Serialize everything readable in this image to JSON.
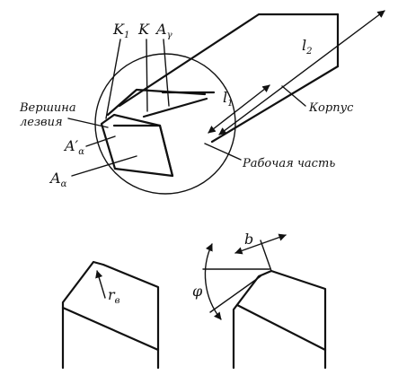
{
  "labels": {
    "k1": "K",
    "k1_sub": "1",
    "k": "K",
    "a_gamma": "A",
    "a_gamma_sub": "γ",
    "vertex_line1": "Вершина",
    "vertex_line2": "лезвия",
    "a_alpha_prime": "A′",
    "a_alpha_prime_sub": "α",
    "a_alpha": "A",
    "a_alpha_sub": "α",
    "l1": "l",
    "l1_sub": "1",
    "l2": "l",
    "l2_sub": "2",
    "body": "Корпус",
    "working_part": "Рабочая часть",
    "radius": "r",
    "radius_sub": "в",
    "b": "b",
    "phi": "φ"
  },
  "colors": {
    "ink": "#111111",
    "background": "#ffffff"
  }
}
